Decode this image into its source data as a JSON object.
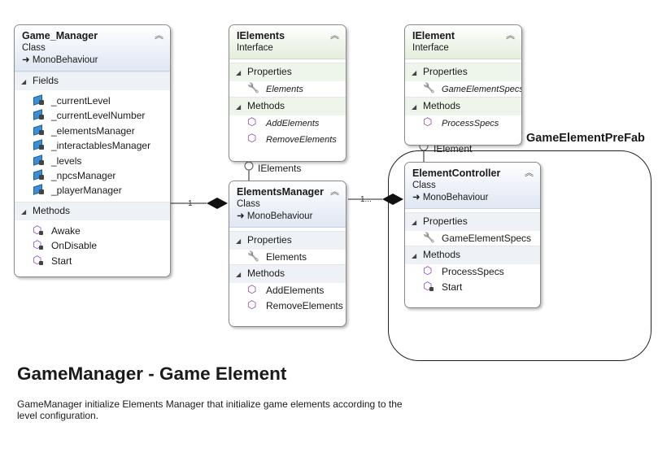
{
  "container": {
    "label": "GameElementPreFab"
  },
  "classes": {
    "game_manager": {
      "title": "Game_Manager",
      "kind": "Class",
      "base": "MonoBehaviour",
      "sections": {
        "fields": "Fields",
        "methods": "Methods"
      },
      "fields": [
        "_currentLevel",
        "_currentLevelNumber",
        "_elementsManager",
        "_interactablesManager",
        "_levels",
        "_npcsManager",
        "_playerManager"
      ],
      "methods": [
        "Awake",
        "OnDisable",
        "Start"
      ]
    },
    "ielements": {
      "title": "IElements",
      "kind": "Interface",
      "sections": {
        "properties": "Properties",
        "methods": "Methods"
      },
      "properties": [
        "Elements"
      ],
      "methods": [
        "AddElements",
        "RemoveElements"
      ]
    },
    "ielement": {
      "title": "IElement",
      "kind": "Interface",
      "sections": {
        "properties": "Properties",
        "methods": "Methods"
      },
      "properties": [
        "GameElementSpecs"
      ],
      "methods": [
        "ProcessSpecs"
      ]
    },
    "elements_manager": {
      "title": "ElementsManager",
      "kind": "Class",
      "base": "MonoBehaviour",
      "sections": {
        "properties": "Properties",
        "methods": "Methods"
      },
      "properties": [
        "Elements"
      ],
      "methods": [
        "AddElements",
        "RemoveElements"
      ]
    },
    "element_controller": {
      "title": "ElementController",
      "kind": "Class",
      "base": "MonoBehaviour",
      "sections": {
        "properties": "Properties",
        "methods": "Methods"
      },
      "properties": [
        "GameElementSpecs"
      ],
      "methods": [
        "ProcessSpecs",
        "Start"
      ]
    }
  },
  "connectors": {
    "ielements_label": "IElements",
    "ielement_label": "IElement",
    "gm_to_em_mult": "1",
    "em_to_ec_mult": "1..."
  },
  "heading": "GameManager - Game Element",
  "description": "GameManager initialize Elements Manager that initialize game elements according to the level configuration.",
  "icons": {
    "collapse": "double-chevron-up-icon",
    "inherit": "inheritance-arrow-icon",
    "field": "field-icon",
    "method": "method-icon",
    "property": "property-wrench-icon"
  },
  "colors": {
    "class_header": "#dfe7f3",
    "interface_header": "#e3eedb",
    "border": "#8a8a8a"
  }
}
